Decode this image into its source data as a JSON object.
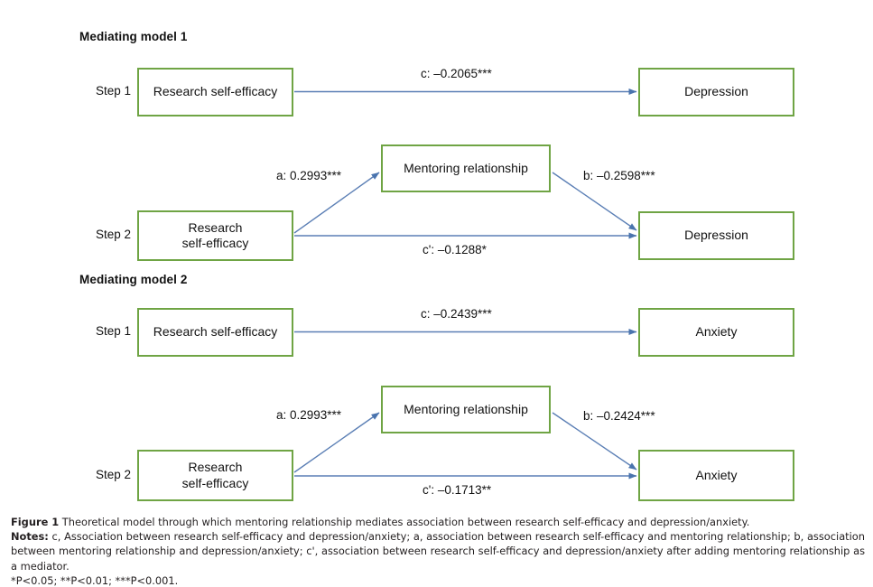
{
  "figure": {
    "models": [
      {
        "title": "Mediating model 1",
        "steps": [
          {
            "label": "Step 1",
            "nodes": {
              "predictor": "Research self-efficacy",
              "outcome": "Depression"
            },
            "paths": [
              {
                "key": "c",
                "label": "c:  –0.2065***"
              }
            ]
          },
          {
            "label": "Step 2",
            "nodes": {
              "predictor_line1": "Research",
              "predictor_line2": "self-efficacy",
              "mediator": "Mentoring relationship",
              "outcome": "Depression"
            },
            "paths": [
              {
                "key": "a",
                "label": "a: 0.2993***"
              },
              {
                "key": "b",
                "label": "b: –0.2598***"
              },
              {
                "key": "c_prime",
                "label": "c': –0.1288*"
              }
            ]
          }
        ]
      },
      {
        "title": "Mediating model 2",
        "steps": [
          {
            "label": "Step 1",
            "nodes": {
              "predictor": "Research self-efficacy",
              "outcome": "Anxiety"
            },
            "paths": [
              {
                "key": "c",
                "label": "c: –0.2439***"
              }
            ]
          },
          {
            "label": "Step 2",
            "nodes": {
              "predictor_line1": "Research",
              "predictor_line2": "self-efficacy",
              "mediator": "Mentoring relationship",
              "outcome": "Anxiety"
            },
            "paths": [
              {
                "key": "a",
                "label": "a: 0.2993***"
              },
              {
                "key": "b",
                "label": "b: –0.2424***"
              },
              {
                "key": "c_prime",
                "label": "c': –0.1713**"
              }
            ]
          }
        ]
      }
    ],
    "caption": {
      "figure_lead": "Figure 1",
      "figure_text": " Theoretical model through which mentoring relationship mediates association between research self-efficacy and depression/anxiety.",
      "notes_lead": "Notes:",
      "notes_text": " c, Association between research self-efficacy and depression/anxiety; a, association between research self-efficacy and mentoring relationship; b, association between mentoring relationship and depression/anxiety; c', association between research self-efficacy and depression/anxiety after adding mentoring relationship as a mediator.",
      "significance": "*P<0.05; **P<0.01; ***P<0.001."
    },
    "colors": {
      "box_border": "#6FA444",
      "arrow": "#5B7FB5",
      "text": "#111111",
      "caption_text": "#231f20",
      "background": "#ffffff"
    }
  }
}
